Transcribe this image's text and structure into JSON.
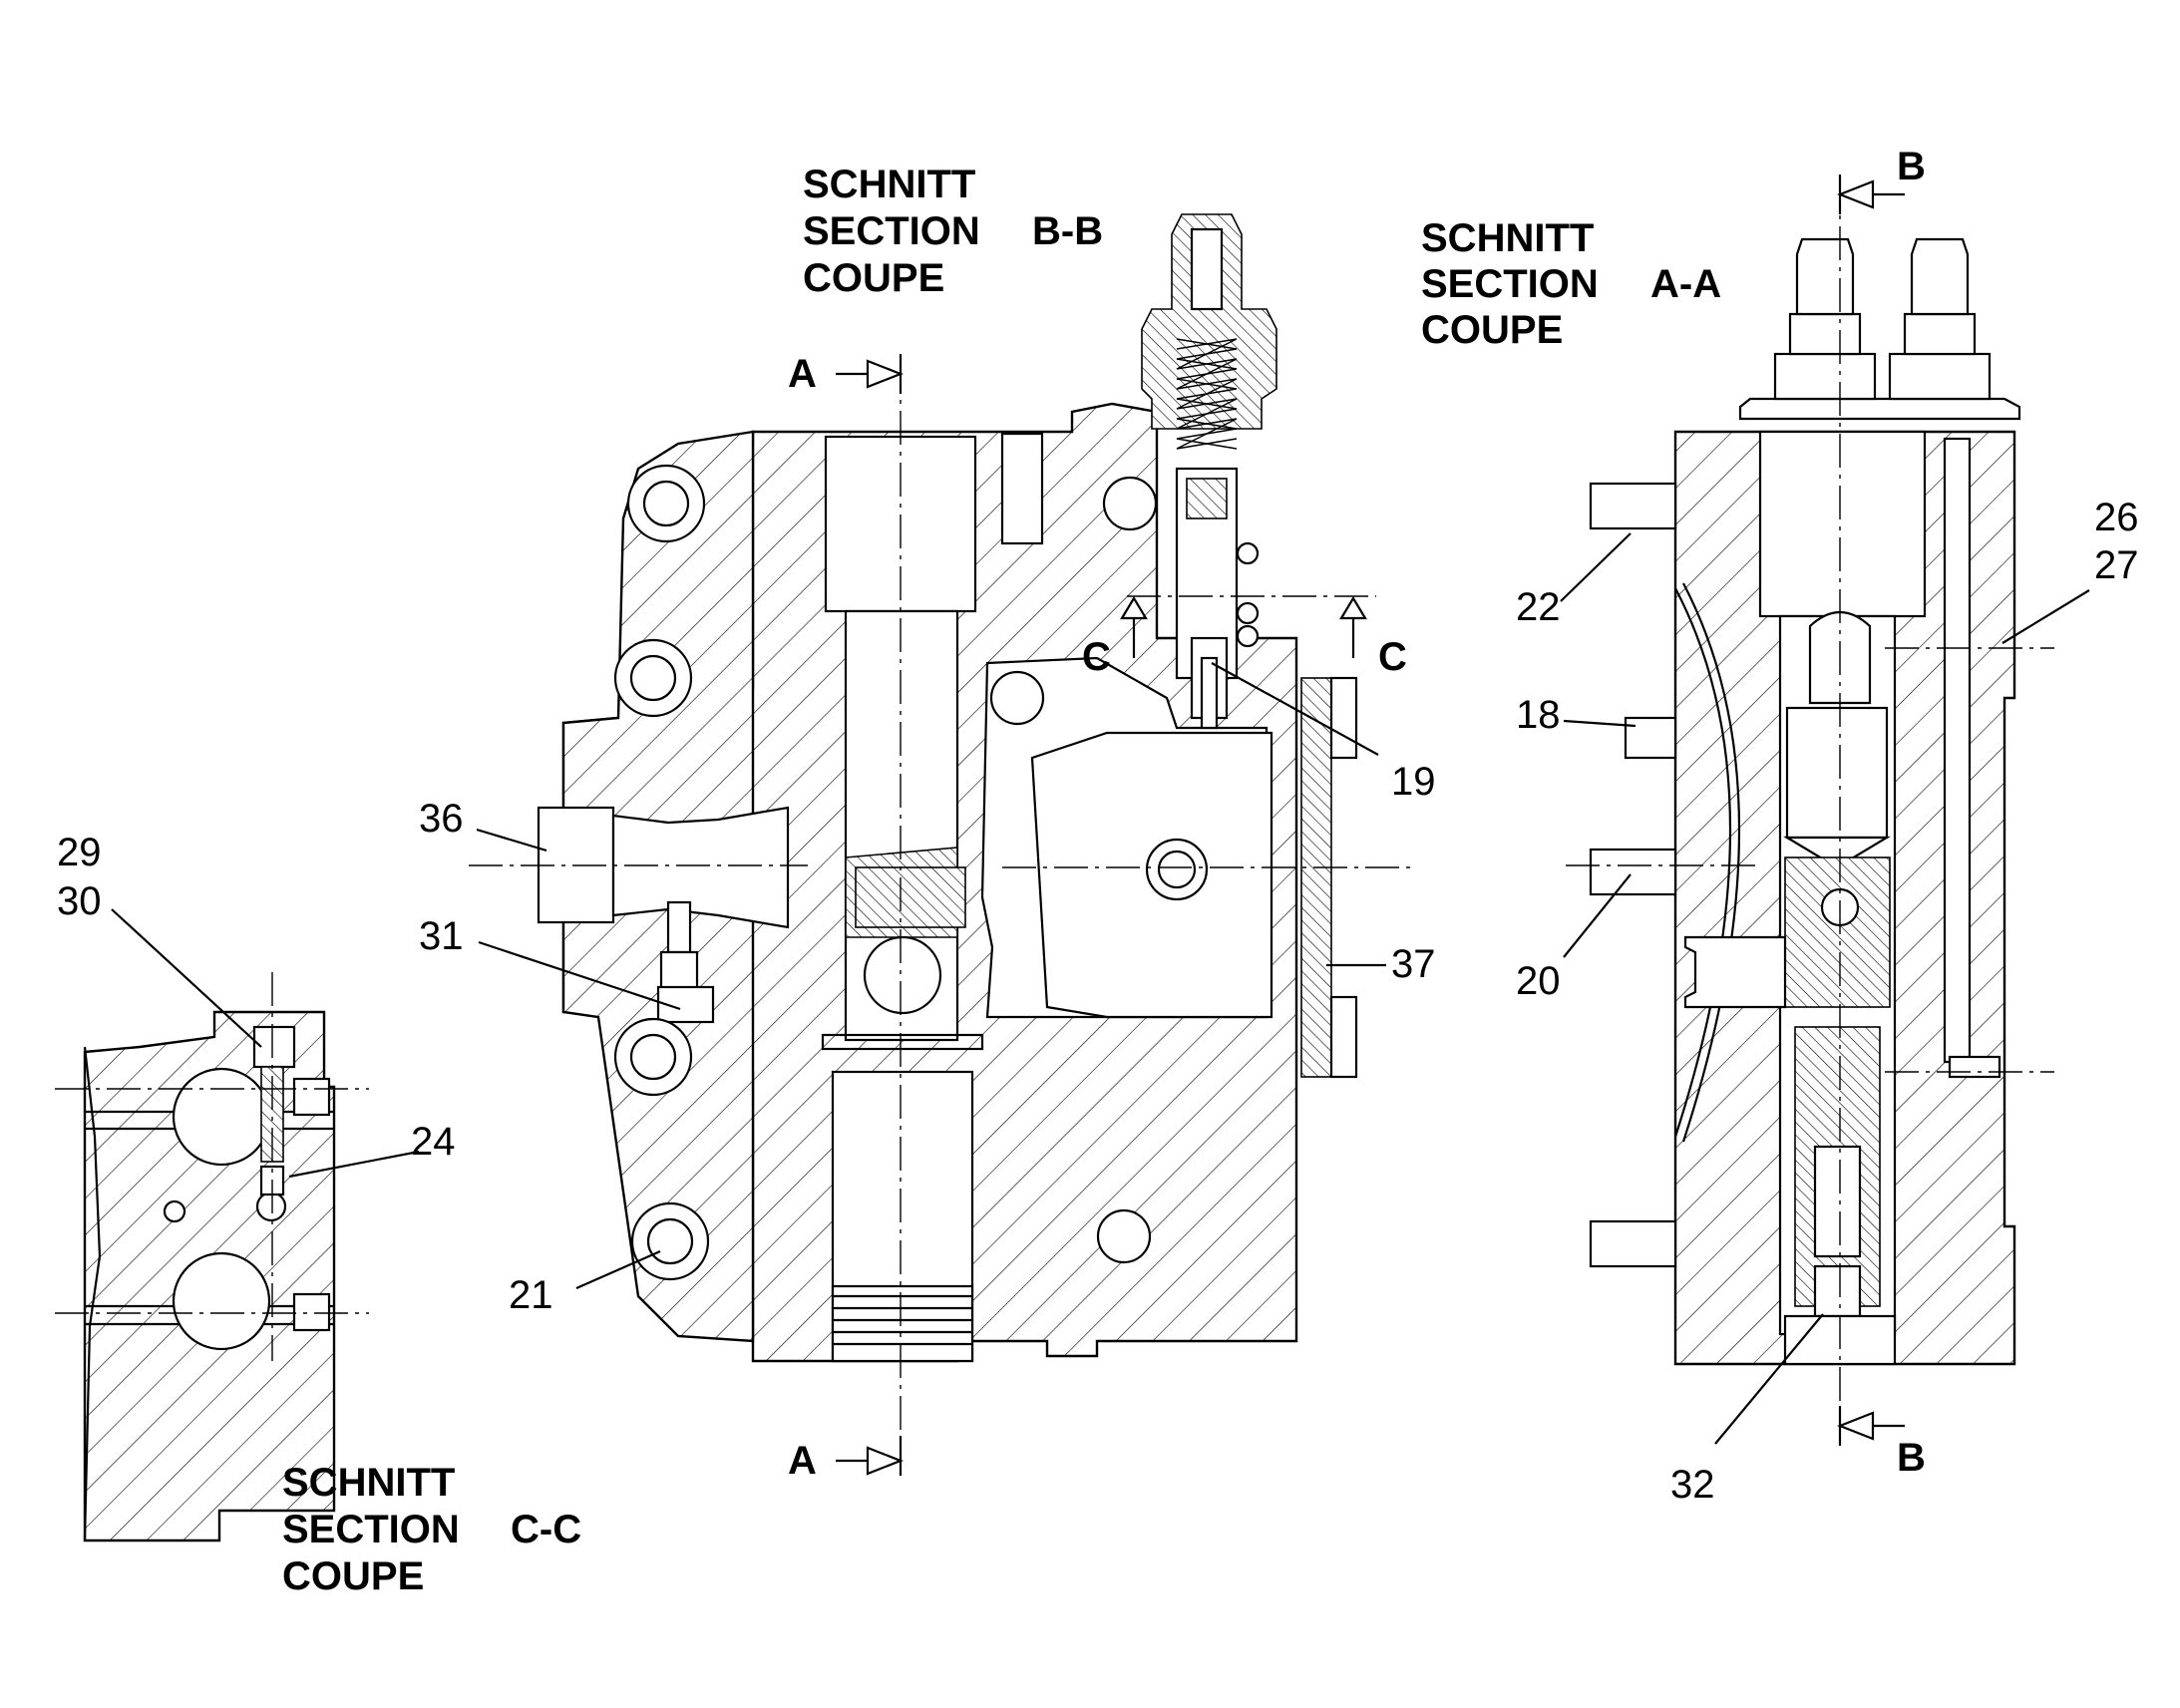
{
  "sections": {
    "bb": {
      "line1": "SCHNITT",
      "line2": "SECTION",
      "line3": "COUPE",
      "id": "B-B"
    },
    "aa": {
      "line1": "SCHNITT",
      "line2": "SECTION",
      "line3": "COUPE",
      "id": "A-A"
    },
    "cc": {
      "line1": "SCHNITT",
      "line2": "SECTION",
      "line3": "COUPE",
      "id": "C-C"
    }
  },
  "cut_markers": {
    "a_top": "A",
    "a_bottom": "A",
    "b_top": "B",
    "b_bottom": "B",
    "c_left": "C",
    "c_right": "C"
  },
  "callouts": {
    "p18": "18",
    "p19": "19",
    "p20": "20",
    "p21": "21",
    "p22": "22",
    "p24": "24",
    "p26": "26",
    "p27": "27",
    "p29": "29",
    "p30": "30",
    "p31": "31",
    "p32": "32",
    "p36": "36",
    "p37": "37"
  },
  "colors": {
    "ink": "#000000",
    "paper": "#ffffff"
  }
}
